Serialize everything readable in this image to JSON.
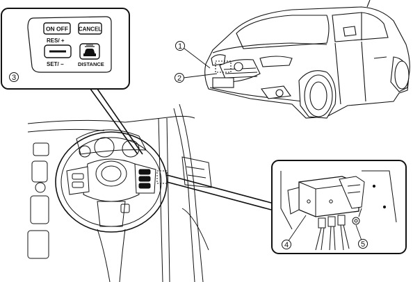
{
  "switch_panel": {
    "on_off": "ON OFF",
    "cancel": "CANCEL",
    "res_plus": "RES/ +",
    "set_minus": "SET/ −",
    "distance": "DISTANCE"
  },
  "callouts": {
    "c1": "1",
    "c2": "2",
    "c3": "3",
    "c4": "4",
    "c5": "5"
  }
}
